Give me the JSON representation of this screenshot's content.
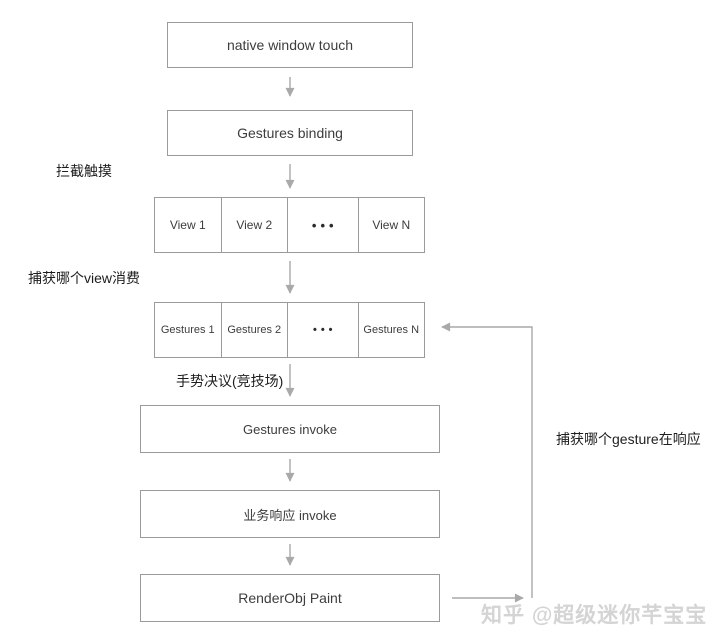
{
  "diagram": {
    "nodes": {
      "native": "native window touch",
      "binding": "Gestures binding",
      "invoke": "Gestures invoke",
      "business": "业务响应 invoke",
      "render": "RenderObj Paint"
    },
    "view_row": {
      "cells": [
        "View 1",
        "View 2",
        "•••",
        "View N"
      ]
    },
    "gesture_row": {
      "cells": [
        "Gestures 1",
        "Gestures 2",
        "•••",
        "Gestures N"
      ]
    },
    "annotations": {
      "intercept_touch": "拦截触摸",
      "which_view_consumes": "捕获哪个view消费",
      "gesture_arena": "手势决议(竞技场)",
      "which_gesture_responds": "捕获哪个gesture在响应"
    },
    "watermark": "知乎 @超级迷你芊宝宝",
    "colors": {
      "box_border": "#9b9b9b",
      "arrow": "#a9a9a9",
      "box_text": "#3d3d3d",
      "annotation_text": "#1e1e1e",
      "watermark_text": "#d4d4d4"
    }
  }
}
